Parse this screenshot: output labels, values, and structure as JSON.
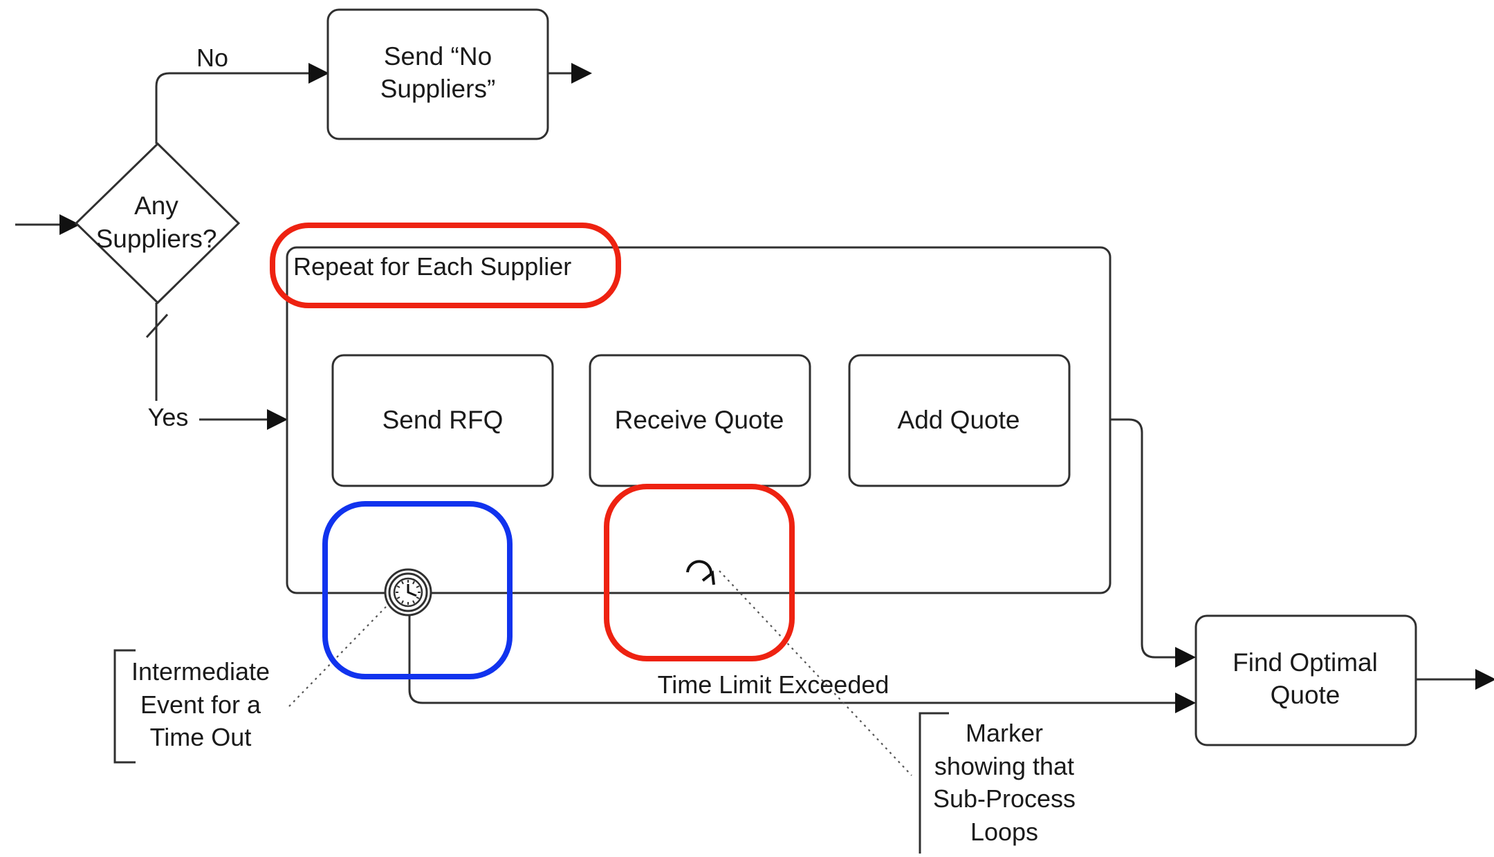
{
  "diagram": {
    "decision": {
      "line1": "Any",
      "line2": "Suppliers?"
    },
    "branch_no": "No",
    "branch_yes": "Yes",
    "task_no_suppliers": {
      "line1": "Send “No",
      "line2": "Suppliers”"
    },
    "subprocess_title": "Repeat for Each Supplier",
    "task_send_rfq": "Send RFQ",
    "task_receive_quote": "Receive Quote",
    "task_add_quote": "Add Quote",
    "task_find_optimal": {
      "line1": "Find Optimal",
      "line2": "Quote"
    },
    "timeout_flow_label": "Time Limit Exceeded",
    "annotation_timer": {
      "line1": "Intermediate",
      "line2": "Event for a",
      "line3": "Time Out"
    },
    "annotation_loop": {
      "line1": "Marker",
      "line2": "showing that",
      "line3": "Sub-Process",
      "line4": "Loops"
    },
    "icons": {
      "timer": "clock-icon",
      "loop": "loop-marker-icon"
    },
    "colors": {
      "highlight_red": "#ee2211",
      "highlight_blue": "#1133ee",
      "stroke": "#303030"
    }
  }
}
